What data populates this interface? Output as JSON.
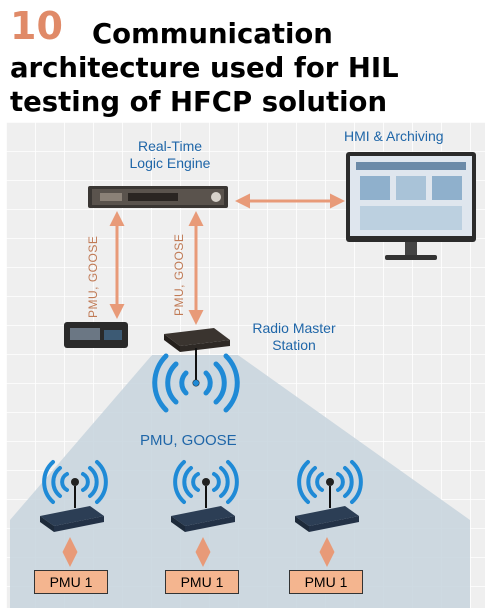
{
  "figure": {
    "number": "10",
    "title_line1": "Communication",
    "title_line2": "architecture used for HIL",
    "title_line3": "testing of HFCP solution"
  },
  "nodes": {
    "logic_engine": {
      "label_line1": "Real-Time",
      "label_line2": "Logic Engine"
    },
    "hmi": {
      "label": "HMI & Archiving"
    },
    "radio_master": {
      "label_line1": "Radio Master",
      "label_line2": "Station"
    }
  },
  "links": {
    "left_link": "PMU, GOOSE",
    "center_link": "PMU, GOOSE",
    "wireless": "PMU, GOOSE"
  },
  "field_devices": [
    {
      "label": "PMU 1"
    },
    {
      "label": "PMU 1"
    },
    {
      "label": "PMU 1"
    }
  ],
  "colors": {
    "accent": "#e08a68",
    "arrow": "#e89a78",
    "label_blue": "#1f66a8",
    "wireless_blue": "#1f8ad6",
    "coverage": "#c7d3dd",
    "pmu_box": "#f4b58f"
  }
}
